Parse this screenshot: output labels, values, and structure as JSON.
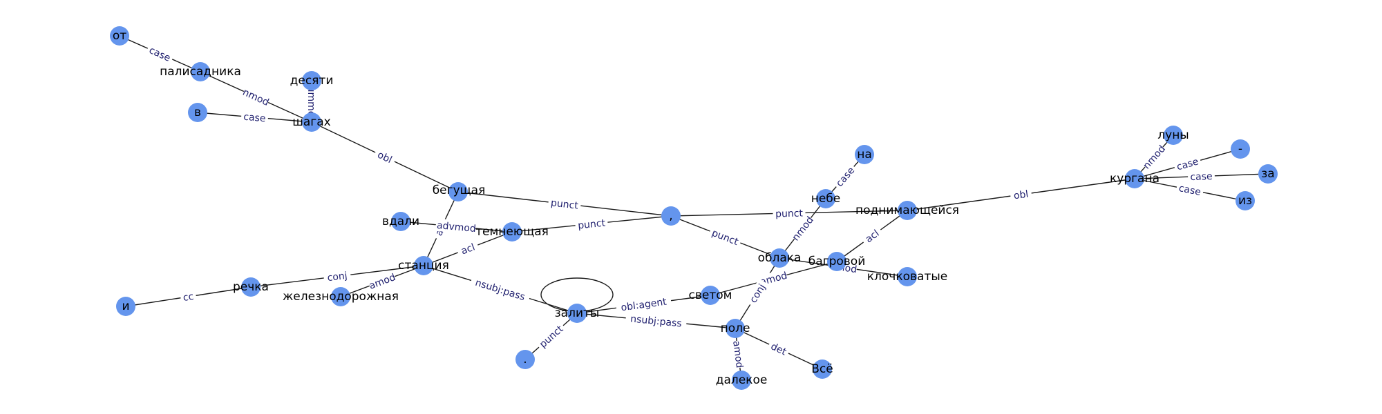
{
  "graph": {
    "node_color": "#6495ED",
    "edge_label_color": "#1f1f6e",
    "nodes": [
      {
        "id": "ot",
        "label": "от"
      },
      {
        "id": "palisadnika",
        "label": "палисадника"
      },
      {
        "id": "desyati",
        "label": "десяти"
      },
      {
        "id": "v",
        "label": "в"
      },
      {
        "id": "shagah",
        "label": "шагах"
      },
      {
        "id": "beguschaya",
        "label": "бегущая"
      },
      {
        "id": "vdali",
        "label": "вдали"
      },
      {
        "id": "temneyuschaya",
        "label": "темнеющая"
      },
      {
        "id": "stantsiya",
        "label": "станция"
      },
      {
        "id": "rechka",
        "label": "речка"
      },
      {
        "id": "i",
        "label": "и"
      },
      {
        "id": "zheleznodorozhnaya",
        "label": "железнодорожная"
      },
      {
        "id": "zality",
        "label": "залиты"
      },
      {
        "id": "dot",
        "label": "."
      },
      {
        "id": "comma",
        "label": ","
      },
      {
        "id": "svetom",
        "label": "светом"
      },
      {
        "id": "pole",
        "label": "поле"
      },
      {
        "id": "dalekoe",
        "label": "далекое"
      },
      {
        "id": "vse",
        "label": "Всё"
      },
      {
        "id": "oblaka",
        "label": "облака"
      },
      {
        "id": "bagrovoy",
        "label": "багровой"
      },
      {
        "id": "klochkovatye",
        "label": "клочковатые"
      },
      {
        "id": "nebe",
        "label": "небе"
      },
      {
        "id": "na",
        "label": "на"
      },
      {
        "id": "podnimayuscheysya",
        "label": "поднимающейся"
      },
      {
        "id": "kurgana",
        "label": "кургана"
      },
      {
        "id": "luny",
        "label": "луны"
      },
      {
        "id": "dash",
        "label": "-"
      },
      {
        "id": "za",
        "label": "за"
      },
      {
        "id": "iz",
        "label": "из"
      }
    ],
    "edges": [
      {
        "source": "ot",
        "target": "palisadnika",
        "label": "case"
      },
      {
        "source": "palisadnika",
        "target": "shagah",
        "label": "nmod"
      },
      {
        "source": "desyati",
        "target": "shagah",
        "label": "nummod"
      },
      {
        "source": "v",
        "target": "shagah",
        "label": "case"
      },
      {
        "source": "shagah",
        "target": "beguschaya",
        "label": "obl"
      },
      {
        "source": "beguschaya",
        "target": "comma",
        "label": "punct"
      },
      {
        "source": "beguschaya",
        "target": "stantsiya",
        "label": "acl"
      },
      {
        "source": "vdali",
        "target": "temneyuschaya",
        "label": "advmod"
      },
      {
        "source": "temneyuschaya",
        "target": "comma",
        "label": "punct"
      },
      {
        "source": "temneyuschaya",
        "target": "stantsiya",
        "label": "acl"
      },
      {
        "source": "stantsiya",
        "target": "rechka",
        "label": "conj"
      },
      {
        "source": "rechka",
        "target": "i",
        "label": "cc"
      },
      {
        "source": "stantsiya",
        "target": "zheleznodorozhnaya",
        "label": "amod"
      },
      {
        "source": "stantsiya",
        "target": "zality",
        "label": "nsubj:pass"
      },
      {
        "source": "zality",
        "target": "dot",
        "label": "punct"
      },
      {
        "source": "zality",
        "target": "svetom",
        "label": "obl:agent"
      },
      {
        "source": "zality",
        "target": "pole",
        "label": "nsubj:pass"
      },
      {
        "source": "zality",
        "target": "zality",
        "label": ""
      },
      {
        "source": "svetom",
        "target": "bagrovoy",
        "label": "amod"
      },
      {
        "source": "pole",
        "target": "dalekoe",
        "label": "amod"
      },
      {
        "source": "pole",
        "target": "vse",
        "label": "det"
      },
      {
        "source": "pole",
        "target": "oblaka",
        "label": "conj"
      },
      {
        "source": "comma",
        "target": "oblaka",
        "label": "punct"
      },
      {
        "source": "comma",
        "target": "podnimayuscheysya",
        "label": "punct"
      },
      {
        "source": "oblaka",
        "target": "klochkovatye",
        "label": "amod"
      },
      {
        "source": "oblaka",
        "target": "nebe",
        "label": "nmod"
      },
      {
        "source": "nebe",
        "target": "na",
        "label": "case"
      },
      {
        "source": "bagrovoy",
        "target": "podnimayuscheysya",
        "label": "acl"
      },
      {
        "source": "podnimayuscheysya",
        "target": "kurgana",
        "label": "obl"
      },
      {
        "source": "kurgana",
        "target": "luny",
        "label": "nmod"
      },
      {
        "source": "kurgana",
        "target": "dash",
        "label": "case"
      },
      {
        "source": "kurgana",
        "target": "za",
        "label": "case"
      },
      {
        "source": "kurgana",
        "target": "iz",
        "label": "case"
      }
    ]
  }
}
